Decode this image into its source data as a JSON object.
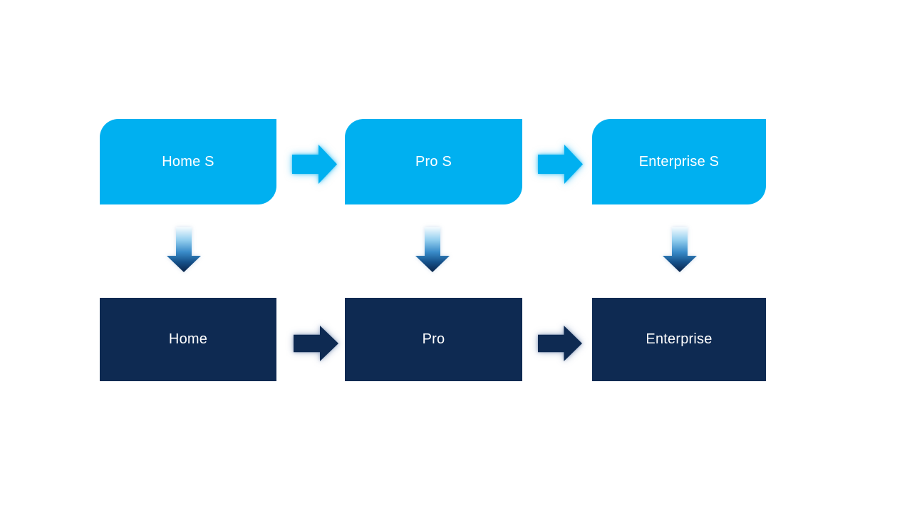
{
  "colors": {
    "background": "#ffffff",
    "stage_top_fill": "#00b0f0",
    "stage_bottom_fill": "#0e2a52",
    "label_text": "#ffffff",
    "arrow_light": "#00b0f0",
    "arrow_dark": "#0e2a52",
    "down_gradient": [
      "#f4fbfe",
      "#94cfef",
      "#3a8cc9",
      "#155089",
      "#0b2448"
    ]
  },
  "nodes": {
    "top": [
      {
        "label": "Home S"
      },
      {
        "label": "Pro S"
      },
      {
        "label": "Enterprise S"
      }
    ],
    "bottom": [
      {
        "label": "Home"
      },
      {
        "label": "Pro"
      },
      {
        "label": "Enterprise"
      }
    ]
  },
  "icons": {
    "right_arrow": "right-arrow",
    "down_arrow": "down-arrow"
  }
}
